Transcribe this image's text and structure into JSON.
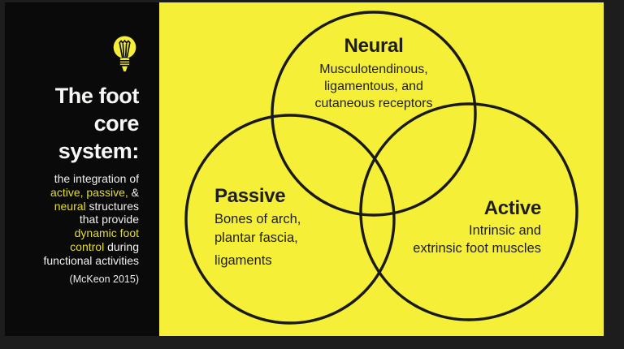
{
  "slide": {
    "frame_color": "#1d1d1d",
    "sidebar": {
      "bg_color": "#0a0a0a",
      "text_color": "#f0f0ed",
      "accent_color": "#e4de29",
      "icon": "lightbulb-icon",
      "title_lines": [
        "The foot",
        "core",
        "system:"
      ],
      "paragraph": {
        "l1": "the integration of",
        "l2a": "active, passive,",
        "l2b": " &",
        "l3a": "neural",
        "l3b": " structures",
        "l4": "that provide",
        "l5": "dynamic foot",
        "l6a": "control",
        "l6b": " during",
        "l7": "functional activities"
      },
      "citation": "(McKeon 2015)"
    },
    "diagram": {
      "bg_color": "#f5ef38",
      "stroke_color": "#191917",
      "text_color": "#1f1e1a",
      "neural": {
        "title": "Neural",
        "lines": [
          "Musculotendinous,",
          "ligamentous, and",
          "cutaneous receptors"
        ]
      },
      "passive": {
        "title": "Passive",
        "lines": [
          "Bones of arch,",
          "plantar fascia,",
          "ligaments"
        ]
      },
      "active": {
        "title": "Active",
        "lines": [
          "Intrinsic and",
          "extrinsic foot muscles"
        ]
      }
    }
  }
}
